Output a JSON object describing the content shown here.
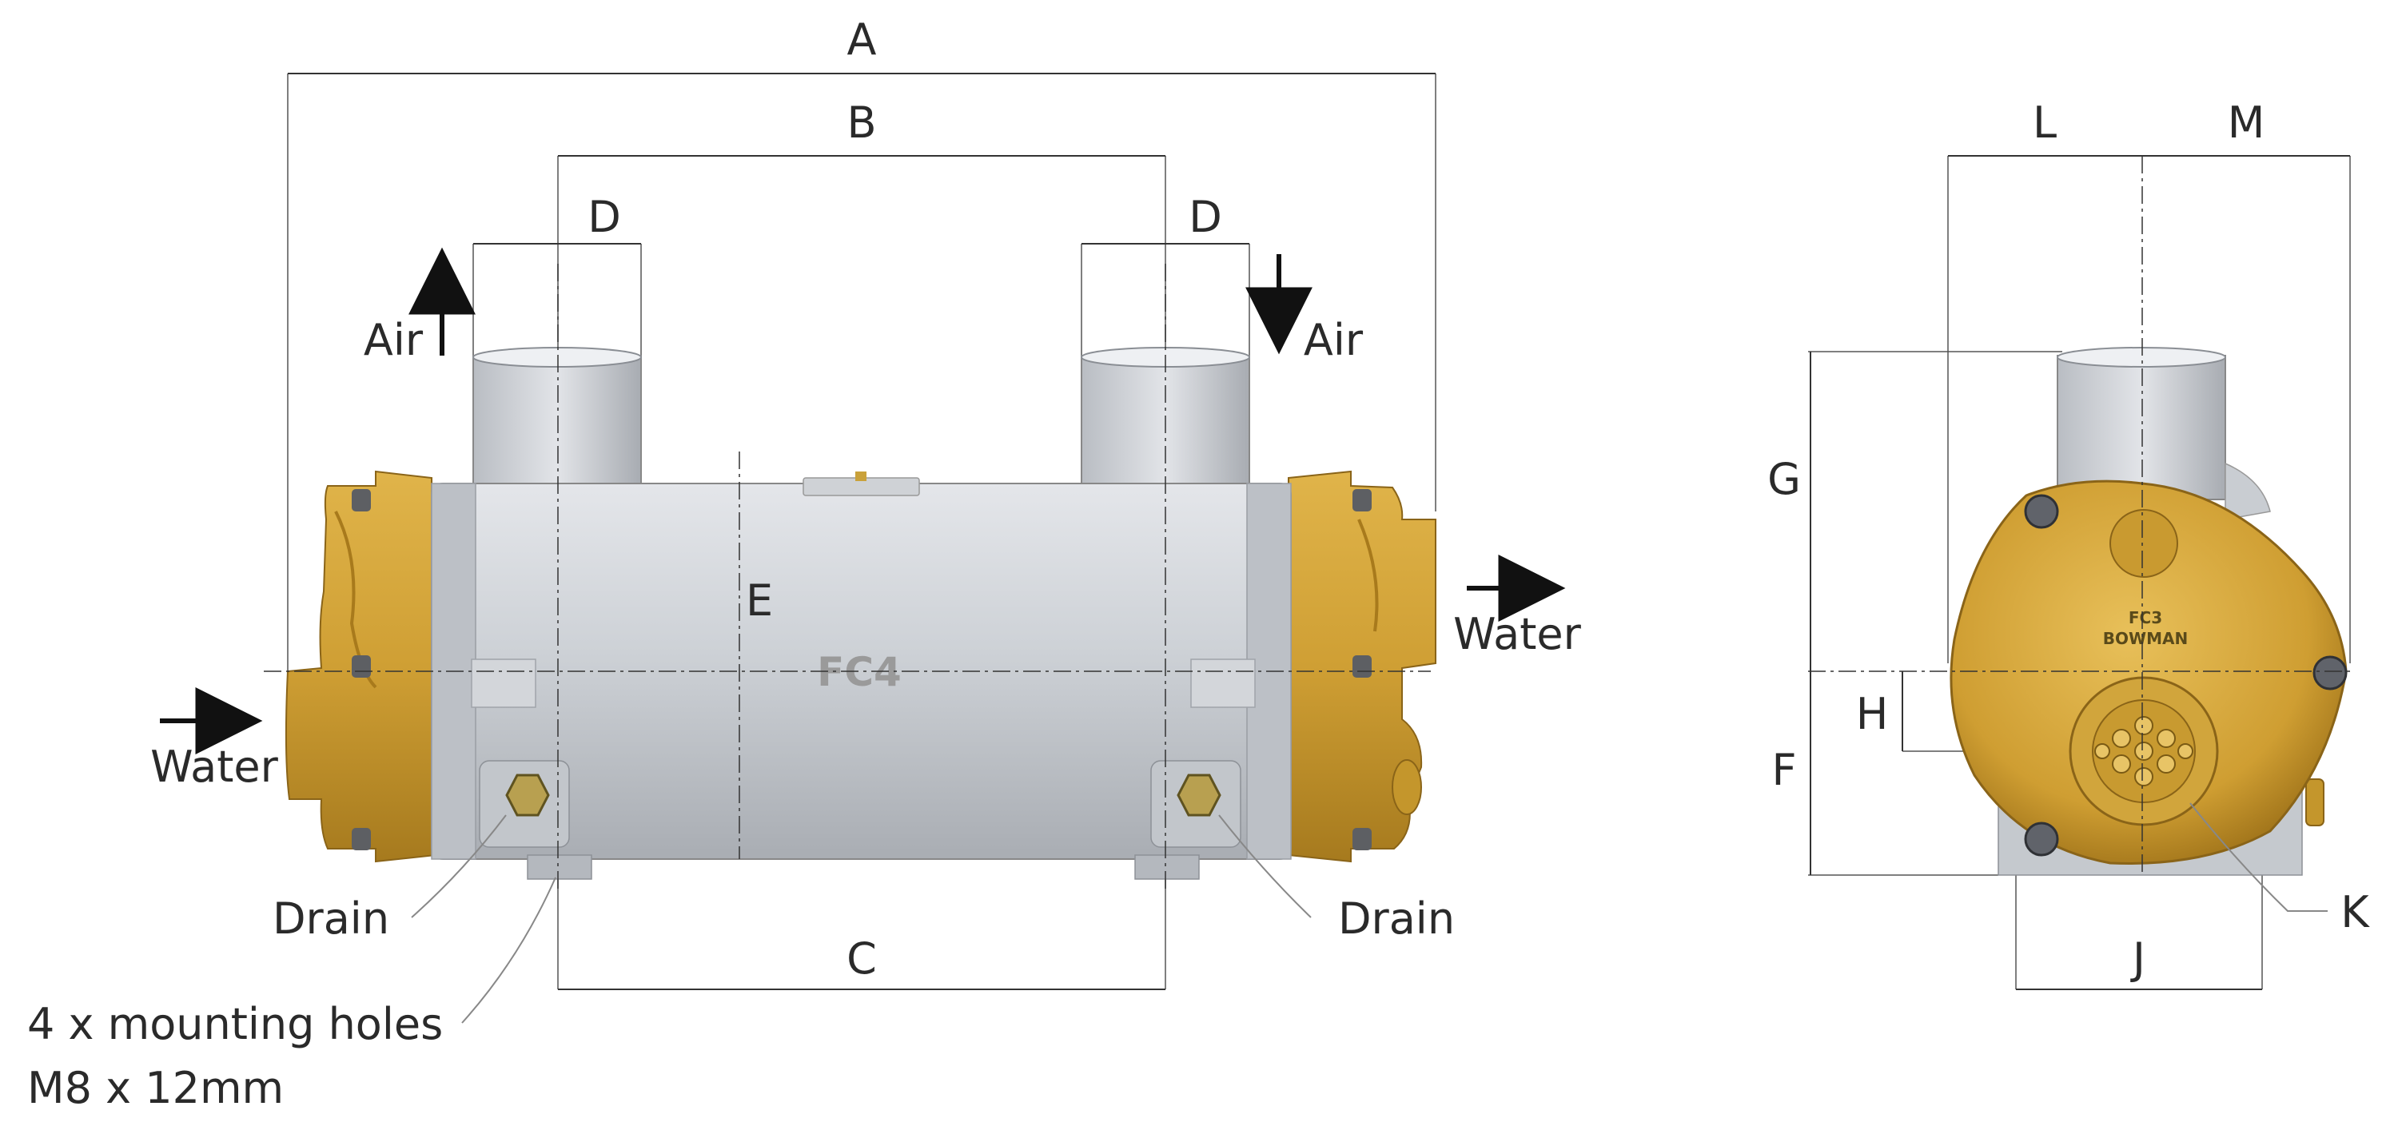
{
  "dimensions": {
    "a": "A",
    "b": "B",
    "c": "C",
    "d_left": "D",
    "d_right": "D",
    "e": "E",
    "f": "F",
    "g": "G",
    "h": "H",
    "j": "J",
    "k": "K",
    "l": "L",
    "m": "M"
  },
  "flow_labels": {
    "air_out": "Air",
    "air_in": "Air",
    "water_in": "Water",
    "water_out": "Water"
  },
  "callouts": {
    "drain_left": "Drain",
    "drain_right": "Drain",
    "mounting_line1": "4 x mounting holes",
    "mounting_line2": "M8 x 12mm"
  },
  "markings": {
    "side_body": "FC4",
    "end_model": "FC3",
    "end_brand": "BOWMAN"
  },
  "colors": {
    "body_gray": "#c9cdd3",
    "brass": "#d1a43a",
    "line": "#333333"
  }
}
